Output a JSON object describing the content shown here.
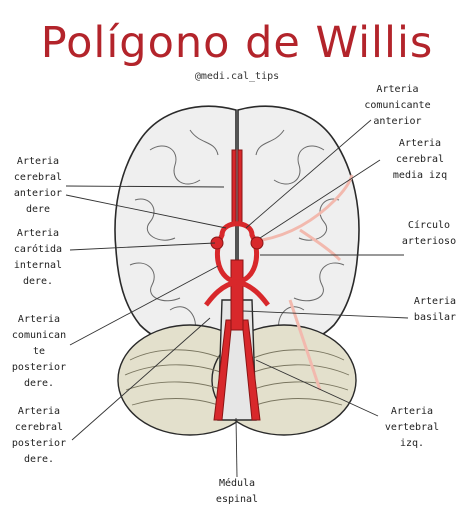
{
  "title": "Polígono de Willis",
  "handle": "@medi.cal_tips",
  "labels": {
    "anterior_communicating": "Arteria\ncomunicante\nanterior",
    "middle_cerebral_left": "Arteria\ncerebral\nmedia izq",
    "circle": "Círculo\narterioso",
    "basilar": "Arteria\nbasilar",
    "vertebral_left": "Arteria\nvertebral\nizq.",
    "spinal_cord": "Médula\nespinal",
    "anterior_cerebral_right": "Arteria\ncerebral\nanterior\ndere",
    "carotid_right": "Arteria\ncarótida\ninternal\ndere.",
    "posterior_communicating_right": "Arteria\ncomunican\nte\nposterior\ndere.",
    "posterior_cerebral_right": "Arteria\ncerebral\nposterior\ndere."
  },
  "colors": {
    "title": "#b3242b",
    "artery": "#d8282b",
    "brain_fill": "#efefef",
    "cerebellum_fill": "#e3e0cc",
    "outline": "#2a2a2a"
  }
}
